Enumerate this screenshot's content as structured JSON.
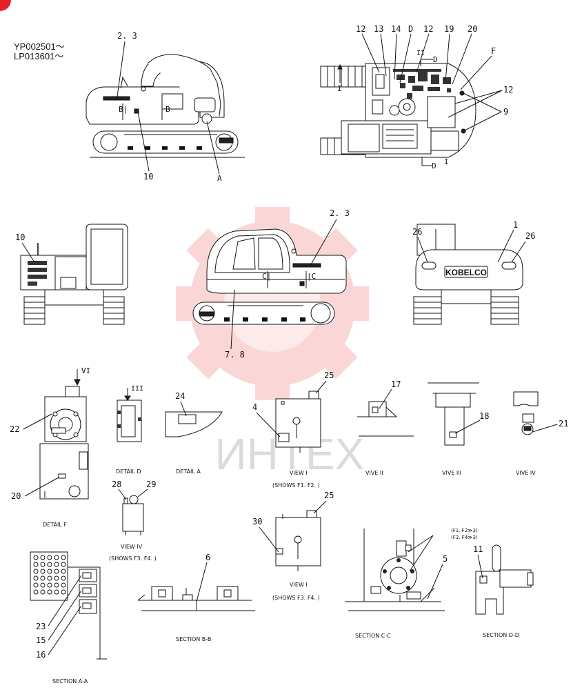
{
  "header": {
    "serial_1": "YP002501～",
    "serial_2": "LP013601～"
  },
  "watermark": {
    "text": "ИНТЕХ",
    "color": "#ef4b4b"
  },
  "labels": {
    "l_2_3_top": "2. 3",
    "l_10_top": "10",
    "l_A_top": "A",
    "l_B1": "B|",
    "l_B2": "B",
    "l_12a": "12",
    "l_13": "13",
    "l_14": "14",
    "l_D": "D",
    "l_12b": "12",
    "l_19": "19",
    "l_20": "20",
    "l_F": "F",
    "l_12c": "12",
    "l_9": "9",
    "l_I_left": "I",
    "l_I_bot": "I",
    "l_II": "II",
    "l_D_arrow1": "D",
    "l_D_arrow2": "D",
    "l_10_mid": "10",
    "l_2_3_mid": "2. 3",
    "l_C1": "C|",
    "l_C2": "|C",
    "l_7_8": "7. 8",
    "l_26a": "26",
    "l_1": "1",
    "l_26b": "26",
    "brand": "KOBELCO",
    "l_VI": "VI",
    "l_22": "22",
    "l_20b": "20",
    "l_III": "III",
    "l_24": "24",
    "l_25a": "25",
    "l_4": "4",
    "l_17": "17",
    "l_18": "18",
    "l_21": "21",
    "l_28": "28",
    "l_29": "29",
    "l_25b": "25",
    "l_30": "30",
    "l_6": "6",
    "l_5": "5",
    "l_11": "11",
    "l_23": "23",
    "l_15": "15",
    "l_16": "16",
    "l_F1F2": "(F1. F2≫3)",
    "l_F3F4": "(F3. F4≫3)"
  },
  "captions": {
    "detail_f": "DETAIL F",
    "detail_d": "DETAIL D",
    "detail_a": "DETAIL A",
    "view_i_a": "VIEW I",
    "shows_a": "(SHOWS F1. F2. )",
    "vive_ii": "VIVE II",
    "vive_iii": "VIVE III",
    "vive_iv": "VIVE IV",
    "view_iv": "VIEW IV",
    "shows_b": "(SHOWS F3. F4. )",
    "view_i_b": "VIEW I",
    "shows_c": "(SHOWS F3. F4. )",
    "section_bb": "SECTION B-B",
    "section_cc": "SECTION C-C",
    "section_dd": "SECTION D-D",
    "section_aa": "SECTION A-A"
  }
}
